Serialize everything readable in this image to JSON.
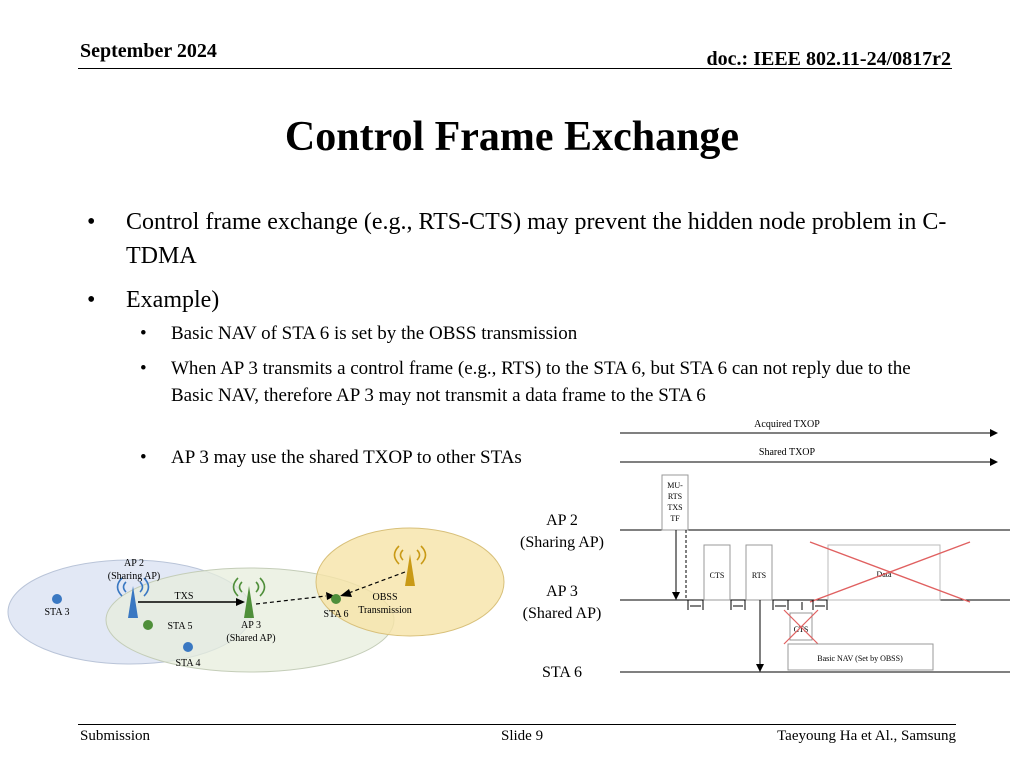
{
  "header": {
    "date": "September 2024",
    "doc": "doc.: IEEE 802.11-24/0817r2"
  },
  "title": "Control Frame Exchange",
  "bullets": {
    "b1": "Control frame exchange (e.g., RTS-CTS) may prevent the hidden node problem in C-TDMA",
    "b2": "Example)",
    "s1": "Basic NAV of STA 6 is set by the OBSS transmission",
    "s2": "When AP 3 transmits a control frame (e.g., RTS) to the STA 6, but STA 6 can not reply due to the Basic NAV, therefore AP 3 may not transmit a data frame to the STA 6",
    "s3": "AP 3 may use the shared TXOP to other STAs",
    "mark": "•"
  },
  "topology": {
    "ap2": "AP 2",
    "ap2_role": "(Sharing AP)",
    "txs": "TXS",
    "sta3": "STA 3",
    "sta5": "STA 5",
    "sta4": "STA 4",
    "ap3": "AP 3",
    "ap3_role": "(Shared AP)",
    "sta6": "STA 6",
    "obss_1": "OBSS",
    "obss_2": "Transmission"
  },
  "timeline": {
    "acquired_txop": "Acquired TXOP",
    "shared_txop": "Shared TXOP",
    "mu_rts_1": "MU-",
    "mu_rts_2": "RTS",
    "mu_rts_3": "TXS",
    "mu_rts_4": "TF",
    "cts_ap2": "CTS",
    "rts_ap2": "RTS",
    "data": "Data",
    "cts_ap3": "CTS",
    "nav": "Basic NAV (Set by OBSS)",
    "row_ap2": "AP 2",
    "row_ap2_role": "(Sharing AP)",
    "row_ap3": "AP 3",
    "row_ap3_role": "(Shared AP)",
    "row_sta6": "STA 6"
  },
  "colors": {
    "ellipse_blue": "#dfe6f4",
    "ellipse_green": "#e7eedc",
    "ellipse_gold": "#f6e3a8",
    "node_blue": "#3a78c2",
    "node_green": "#4f8f3a",
    "antenna_gold": "#c99a16",
    "cross_red": "#e06060"
  },
  "footer": {
    "left": "Submission",
    "center": "Slide 9",
    "right": "Taeyoung Ha et Al., Samsung"
  }
}
